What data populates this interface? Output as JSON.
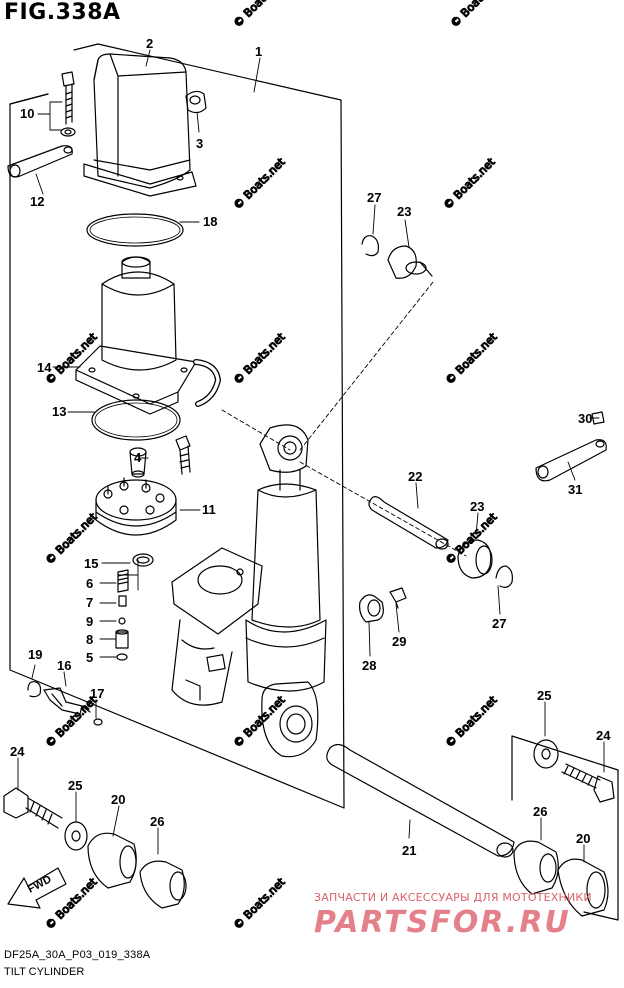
{
  "figure": {
    "title": "FIG.338A",
    "ref_code": "DF25A_30A_P03_019_338A",
    "caption": "TILT CYLINDER"
  },
  "callouts": [
    "1",
    "2",
    "3",
    "4",
    "5",
    "6",
    "7",
    "8",
    "9",
    "10",
    "11",
    "12",
    "13",
    "14",
    "15",
    "16",
    "17",
    "18",
    "19",
    "20",
    "20",
    "21",
    "22",
    "23",
    "23",
    "24",
    "24",
    "25",
    "25",
    "26",
    "26",
    "27",
    "27",
    "28",
    "29",
    "30",
    "31"
  ],
  "watermark": "© Boats.net",
  "brand": {
    "tagline": "ЗАПЧАСТИ И АКСЕССУАРЫ ДЛЯ МОТОТЕХНИКИ",
    "logo": "PARTSFOR.RU"
  },
  "colors": {
    "line": "#000000",
    "watermark": "#c8c8c8",
    "brand_text": "#d9606a",
    "brand_logo": "#e3808a"
  }
}
